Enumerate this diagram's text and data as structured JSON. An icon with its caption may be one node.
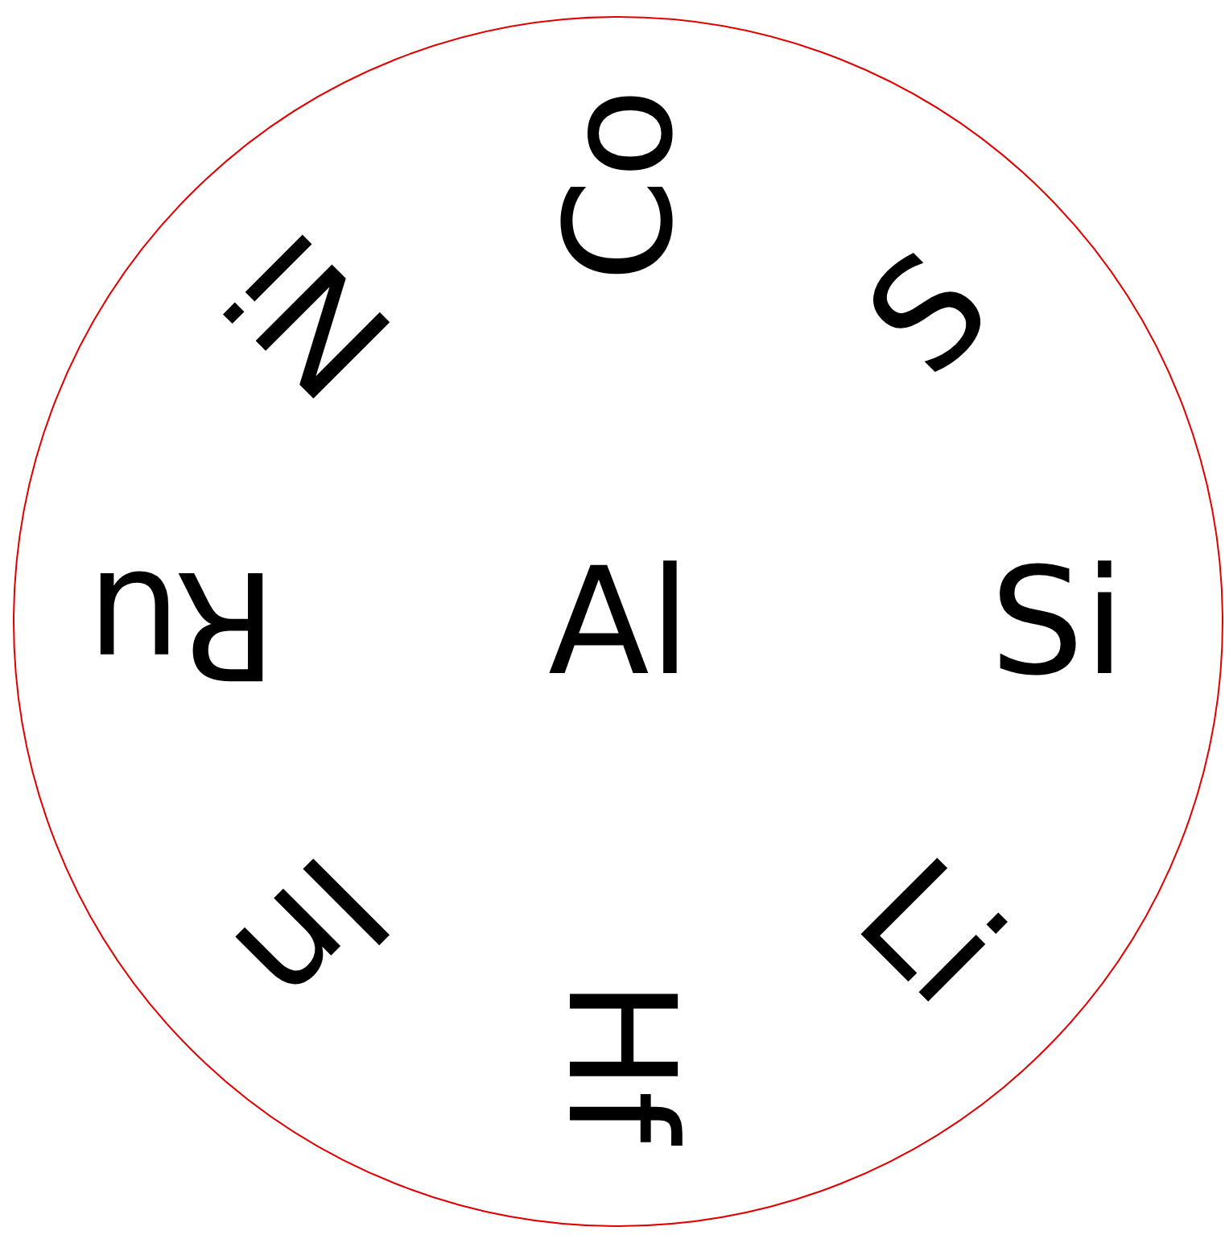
{
  "diagram": {
    "nodes": [
      {
        "text": [
          "Al",
          "Co",
          "S",
          "Si",
          "Li",
          "Hf",
          "In",
          "Ru",
          "Ni"
        ]
      }
    ]
  }
}
